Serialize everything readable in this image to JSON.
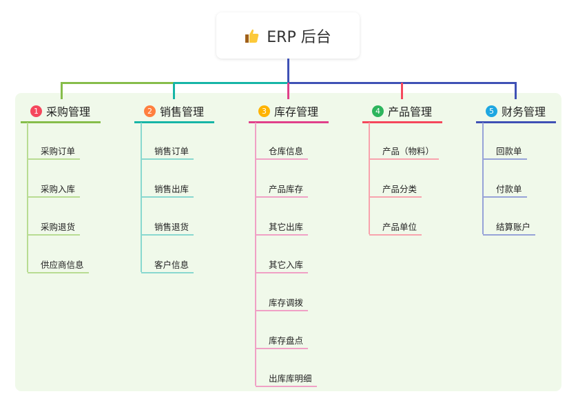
{
  "root": {
    "icon": "thumbs-up-icon",
    "title": "ERP 后台"
  },
  "branches": [
    {
      "number": "1",
      "label": "采购管理",
      "color": "#86bd4a",
      "badge_color": "#f5475c",
      "leaf_color": "#b8dc92",
      "items": [
        "采购订单",
        "采购入库",
        "采购退货",
        "供应商信息"
      ]
    },
    {
      "number": "2",
      "label": "销售管理",
      "color": "#16b5a6",
      "badge_color": "#ff7f3f",
      "leaf_color": "#88d8cf",
      "items": [
        "销售订单",
        "销售出库",
        "销售退货",
        "客户信息"
      ]
    },
    {
      "number": "3",
      "label": "库存管理",
      "color": "#e0408a",
      "badge_color": "#ffb300",
      "leaf_color": "#f0a0c5",
      "items": [
        "仓库信息",
        "产品库存",
        "其它出库",
        "其它入库",
        "库存调拨",
        "库存盘点",
        "出库库明细"
      ]
    },
    {
      "number": "4",
      "label": "产品管理",
      "color": "#f5475c",
      "badge_color": "#2db55d",
      "leaf_color": "#f8a3ad",
      "items": [
        "产品（物料）",
        "产品分类",
        "产品单位"
      ]
    },
    {
      "number": "5",
      "label": "财务管理",
      "color": "#3f51b5",
      "badge_color": "#1ea7e1",
      "leaf_color": "#96a2d8",
      "items": [
        "回款单",
        "付款单",
        "结算账户"
      ]
    }
  ]
}
